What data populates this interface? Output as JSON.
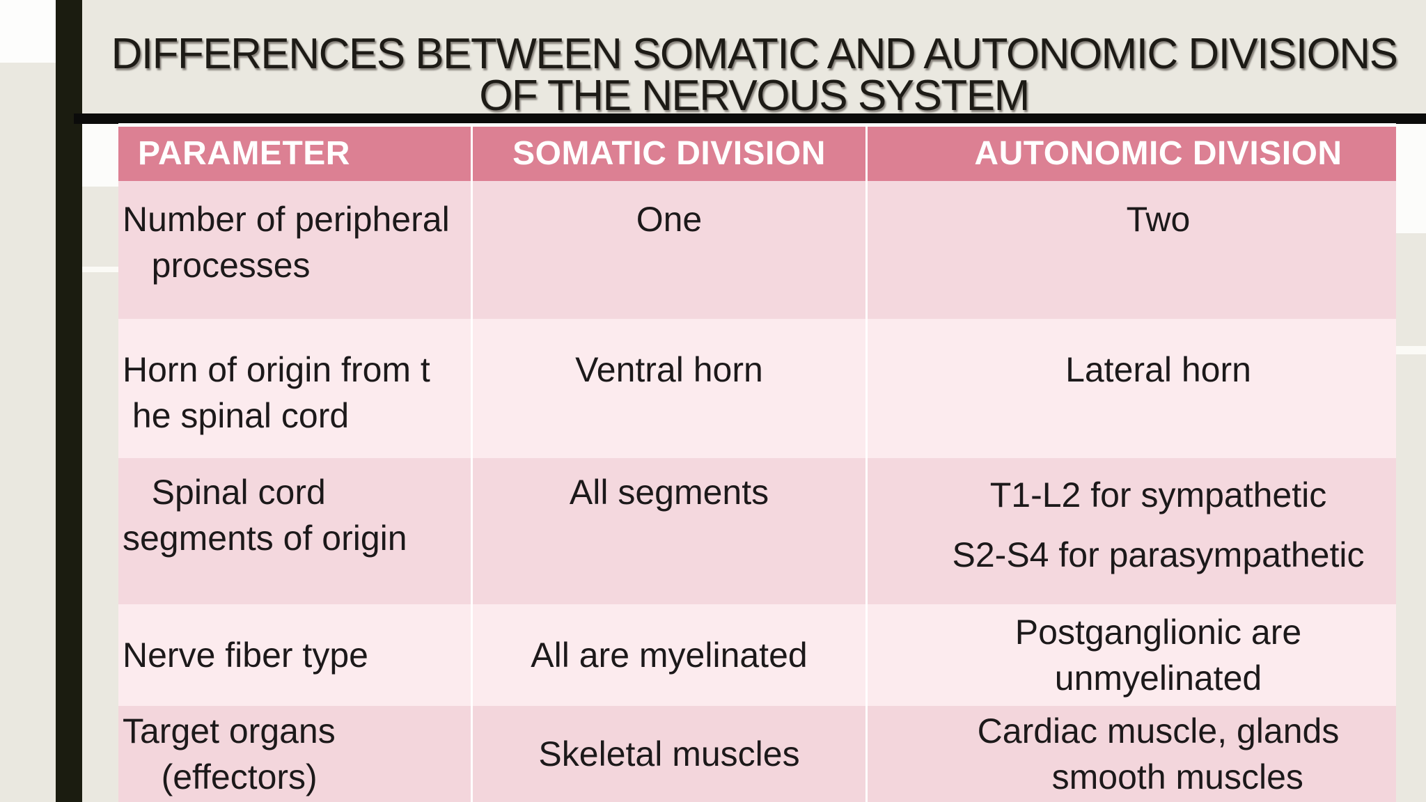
{
  "title": {
    "line1": "DIFFERENCES BETWEEN SOMATIC AND AUTONOMIC DIVISIONS",
    "line2": "OF THE NERVOUS SYSTEM"
  },
  "table": {
    "headers": [
      "PARAMETER",
      "SOMATIC DIVISION",
      "AUTONOMIC DIVISION"
    ],
    "rows": [
      {
        "parameter": "Number of peripheral\n   processes",
        "somatic": "One",
        "autonomic": "Two"
      },
      {
        "parameter": "Horn of origin from t\n he spinal cord",
        "somatic": "Ventral horn",
        "autonomic": "Lateral horn"
      },
      {
        "parameter": "   Spinal cord\nsegments of origin",
        "somatic": "All segments",
        "autonomic": "T1-L2 for sympathetic\nS2-S4 for parasympathetic"
      },
      {
        "parameter": "Nerve fiber type",
        "somatic": "All are myelinated",
        "autonomic": "Postganglionic are\nunmyelinated"
      },
      {
        "parameter": "Target organs\n    (effectors)",
        "somatic": "Skeletal muscles",
        "autonomic": "Cardiac muscle, glands\n    smooth muscles"
      }
    ]
  },
  "colors": {
    "slide_background": "#eae8e0",
    "left_accent_bar": "#1b1c10",
    "horizontal_rule": "#0b0b0a",
    "header_background": "#dc8093",
    "header_text": "#ffffff",
    "row_pink_dark": "#f4d8de",
    "row_pink_light": "#fcebee",
    "body_text": "#1c191a"
  }
}
